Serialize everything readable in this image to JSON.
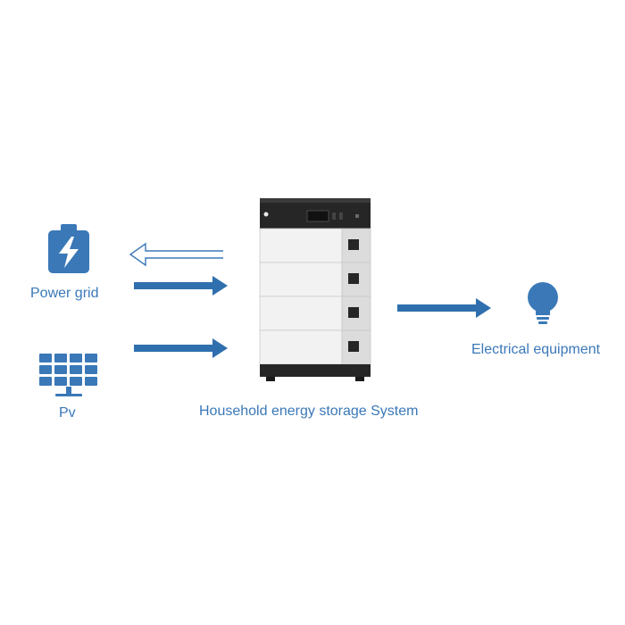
{
  "labels": {
    "power_grid": "Power grid",
    "pv": "Pv",
    "storage_system": "Household energy storage System",
    "electrical_equipment": "Electrical equipment"
  },
  "colors": {
    "accent": "#3a78b8",
    "arrow": "#2f6fae",
    "cabinet_top": "#262626",
    "module_face": "#f1f1f1",
    "module_side": "#d6d6d6"
  },
  "icons": {
    "power_grid": "battery-bolt-icon",
    "pv": "solar-panel-icon",
    "equipment": "light-bulb-icon"
  },
  "arrows": {
    "grid_to_storage": "from-storage-to-grid (outline) and from-grid-to-storage (solid)",
    "pv_to_storage": "solid",
    "storage_to_equipment": "solid"
  }
}
